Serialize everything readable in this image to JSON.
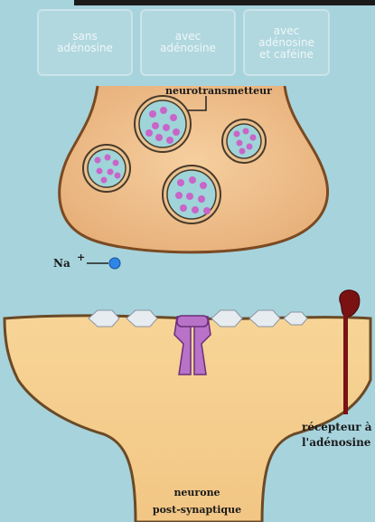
{
  "buttons": [
    {
      "label": "sans\nadénosine"
    },
    {
      "label": "avec\nadénosine"
    },
    {
      "label": "avec\nadénosine\net caféine"
    }
  ],
  "labels": {
    "neurotransmitter": "neurotransmetteur",
    "sodium": "Na",
    "sodium_charge": "+",
    "receptor": [
      "récepteur à",
      "l'adénosine"
    ],
    "post_neuron": [
      "neurone",
      "post-synaptique"
    ]
  },
  "colors": {
    "background": "#a7d3dc",
    "neuron_fill": "#f1c38f",
    "neuron_outline": "#7a4a22",
    "vesicle_fill": "#9fd4d8",
    "molecule": "#c865c8",
    "sodium_ion": "#2f86e6",
    "channel": "#b872c8",
    "adenosine_receptor": "#7a1214"
  },
  "icons": [
    "vesicle-icon",
    "sodium-ion-icon",
    "ion-channel-icon",
    "adenosine-receptor-icon",
    "receptor-crystal-icon"
  ]
}
